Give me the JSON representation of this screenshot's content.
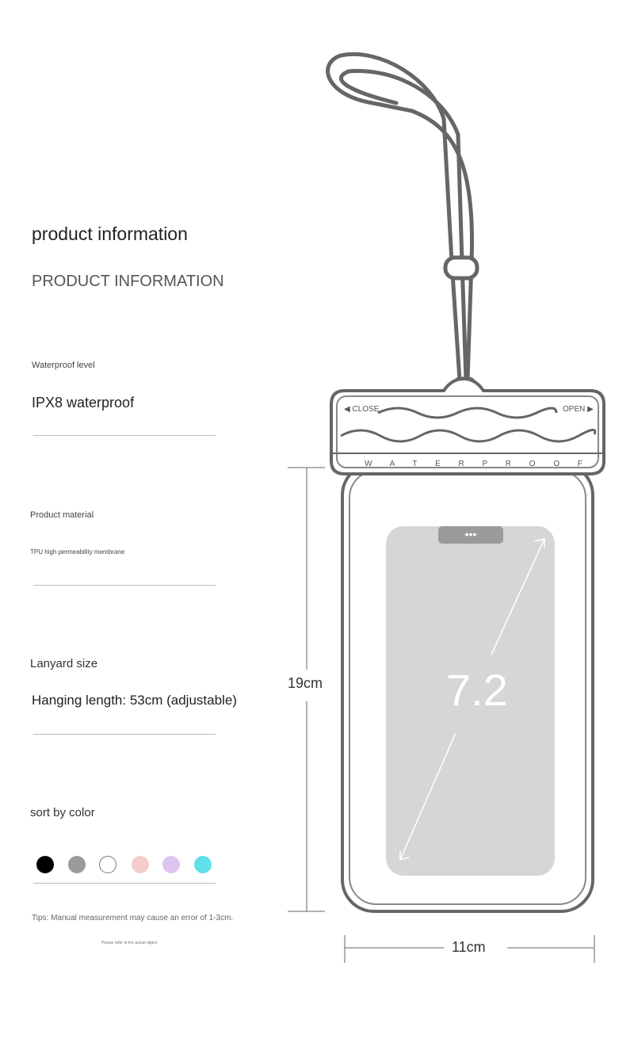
{
  "heading": {
    "title": "product information",
    "subtitle": "PRODUCT INFORMATION"
  },
  "specs": [
    {
      "label": "Waterproof level",
      "value": "IPX8 waterproof"
    },
    {
      "label": "Product material",
      "value": "TPU high permeability membrane"
    },
    {
      "label": "Lanyard size",
      "value": "Hanging length: 53cm (adjustable)"
    }
  ],
  "colors": {
    "label": "sort by color",
    "swatches": [
      "#000000",
      "#9a9a9a",
      "#ffffff",
      "#f4cccc",
      "#dcc4ef",
      "#5fe0ea"
    ]
  },
  "tips": {
    "main": "Tips: Manual measurement may cause an error of 1-3cm.",
    "note": "Please refer to the actual object"
  },
  "pouch": {
    "close": "◀ CLOSE",
    "open": "OPEN ▶",
    "band": "W A T E R P R O O F",
    "screen_size": "7.2",
    "height": "19cm",
    "width": "11cm"
  }
}
